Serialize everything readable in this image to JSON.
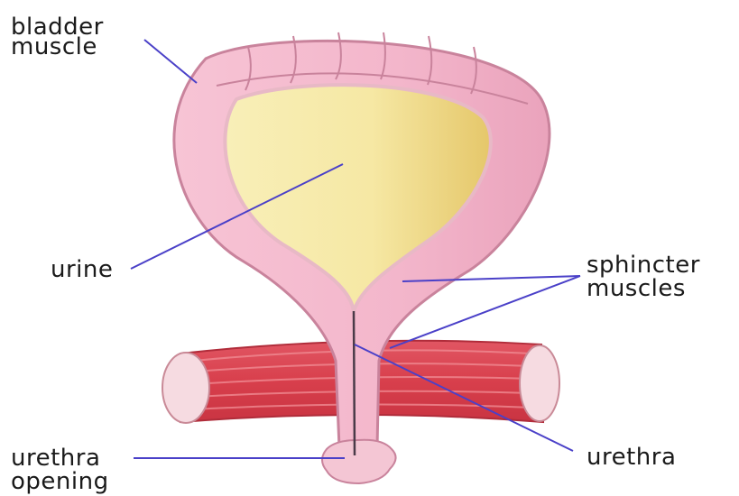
{
  "diagram": {
    "labels": {
      "bladder_muscle": [
        "bladder",
        "muscle"
      ],
      "urine": "urine",
      "sphincter_muscles": [
        "sphincter",
        "muscles"
      ],
      "urethra": "urethra",
      "urethra_opening": [
        "urethra",
        "opening"
      ]
    },
    "colors": {
      "bladder_wall": "#f4b8cc",
      "bladder_wall_outline": "#c9839c",
      "urine": "#f5e7a0",
      "urine_shade": "#e7cf74",
      "pelvic_muscle": "#d8424f",
      "pelvic_muscle_light": "#e9737b",
      "muscle_cut_end": "#f7dde3",
      "leader_line": "#4a40c8"
    }
  }
}
